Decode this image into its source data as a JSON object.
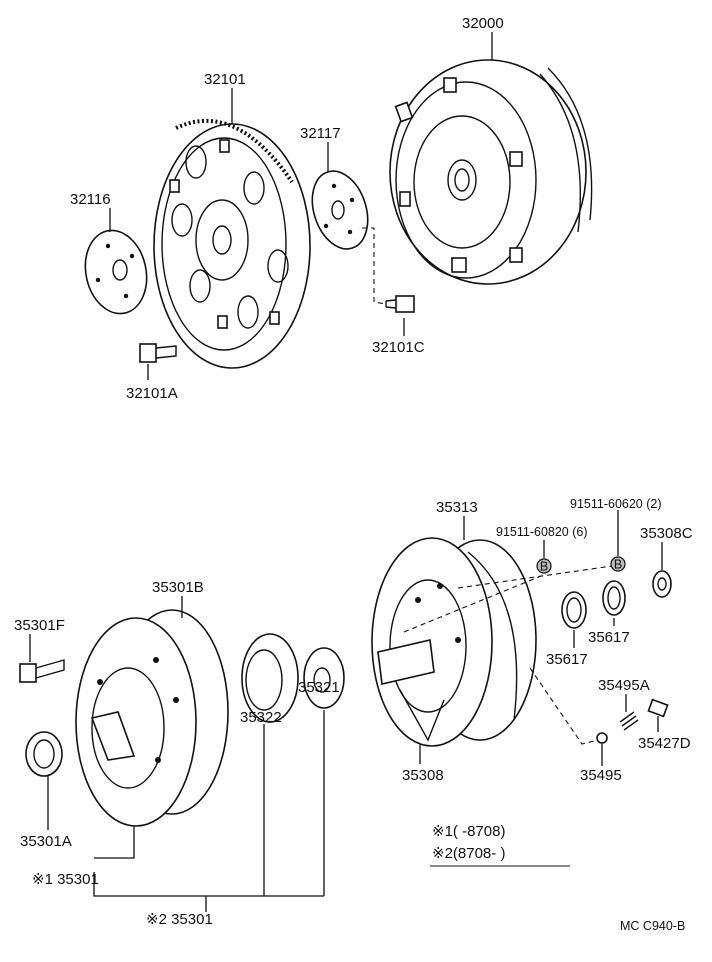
{
  "parts": {
    "p32000": "32000",
    "p32101": "32101",
    "p32117": "32117",
    "p32116": "32116",
    "p32101C": "32101C",
    "p32101A": "32101A",
    "p35313": "35313",
    "p91511_2": "91511-60620 (2)",
    "p91511_6": "91511-60820 (6)",
    "p35308C": "35308C",
    "p35301B": "35301B",
    "p35301F": "35301F",
    "p35617a": "35617",
    "p35617b": "35617",
    "p35495A": "35495A",
    "p35321": "35321",
    "p35322": "35322",
    "p35427D": "35427D",
    "p35308": "35308",
    "p35495": "35495",
    "p35301A": "35301A"
  },
  "markers": {
    "b1": "B",
    "b2": "B"
  },
  "assemblies": {
    "s1": "※1 35301",
    "s2": "※2 35301"
  },
  "notes": {
    "n1": "※1(      -8708)",
    "n2": "※2(8708-        )"
  },
  "code": "MC  C940-B"
}
